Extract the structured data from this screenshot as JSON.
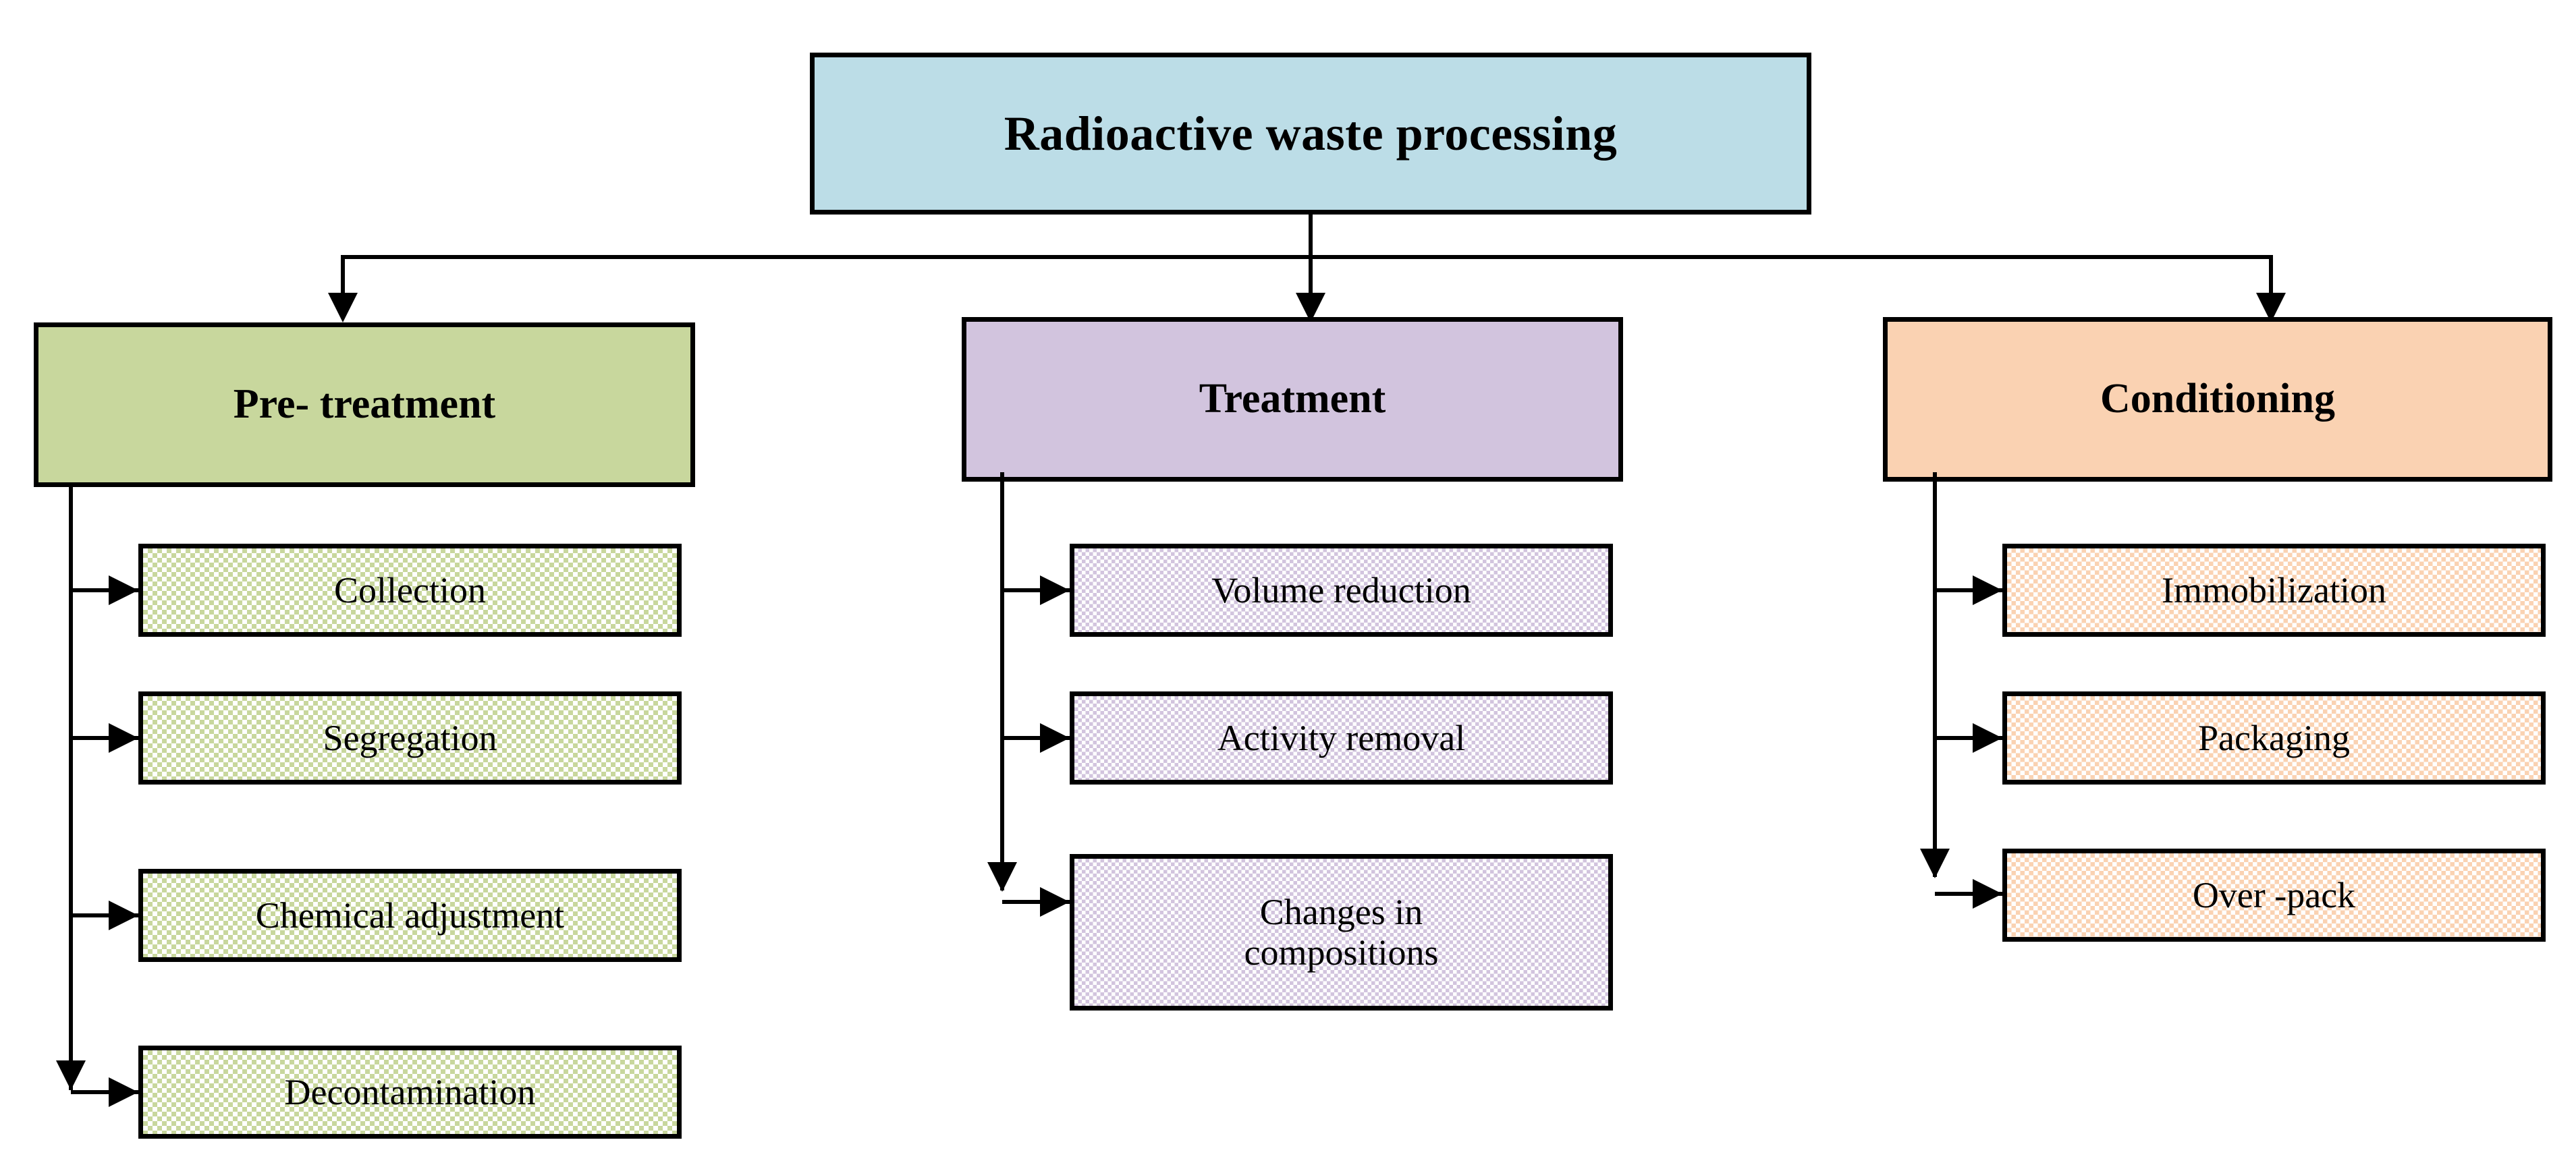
{
  "diagram": {
    "title": "Radioactive waste processing",
    "root": {
      "label": "Radioactive waste processing",
      "color": "#bcdde7"
    },
    "branches": [
      {
        "id": "pre-treatment",
        "label": "Pre- treatment",
        "color": "#c8d79d",
        "steps": [
          {
            "label": "Collection"
          },
          {
            "label": "Segregation"
          },
          {
            "label": "Chemical adjustment"
          },
          {
            "label": "Decontamination"
          }
        ]
      },
      {
        "id": "treatment",
        "label": "Treatment",
        "color": "#d2c4de",
        "steps": [
          {
            "label": "Volume reduction"
          },
          {
            "label": "Activity removal"
          },
          {
            "label": "Changes in\ncompositions"
          }
        ]
      },
      {
        "id": "conditioning",
        "label": "Conditioning",
        "color": "#fad2b2",
        "steps": [
          {
            "label": "Immobilization"
          },
          {
            "label": "Packaging"
          },
          {
            "label": "Over -pack"
          }
        ]
      }
    ],
    "colors": {
      "line": "#000000",
      "background": "#ffffff",
      "text": "#000000"
    }
  }
}
